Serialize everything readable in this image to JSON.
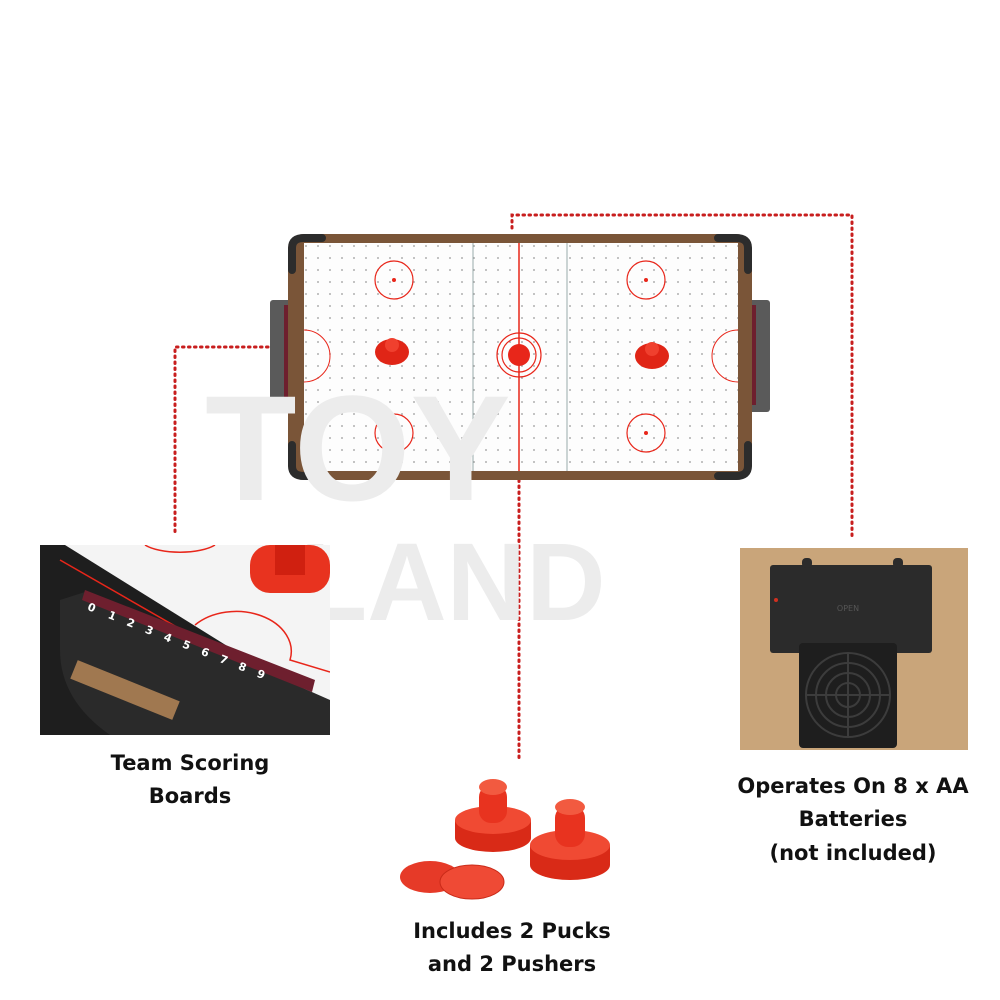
{
  "watermark": {
    "line1": "TOY",
    "line2": "LAND"
  },
  "captions": {
    "scoring": [
      "Team Scoring",
      "Boards"
    ],
    "pucks": [
      "Includes 2 Pucks",
      "and 2 Pushers"
    ],
    "batteries": [
      "Operates On 8 x AA",
      "Batteries",
      "(not included)"
    ]
  },
  "scoreboard_numbers": [
    "0",
    "1",
    "2",
    "3",
    "4",
    "5",
    "6",
    "7",
    "8",
    "9"
  ],
  "battery_box_label": "OPEN",
  "colors": {
    "accent_red": "#e8261a",
    "dotted_line": "#c81e1e",
    "rail_wood": "#7a5538",
    "score_strip": "#6e1f2e",
    "inset_bg": "#c9a57a"
  }
}
